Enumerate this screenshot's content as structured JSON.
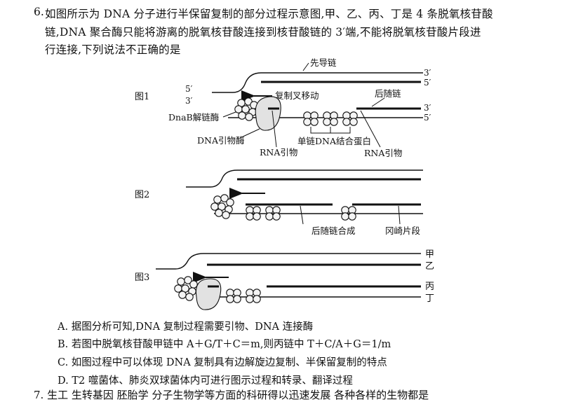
{
  "question": {
    "number": "6.",
    "lines": [
      "如图所示为 DNA 分子进行半保留复制的部分过程示意图,甲、乙、丙、丁是 4 条脱氧核苷酸",
      "链,DNA 聚合酶只能将游离的脱氧核苷酸连接到核苷酸链的 3′端,不能将脱氧核苷酸片段进",
      "行连接,下列说法不正确的是"
    ]
  },
  "figure": {
    "fig1_label": "图1",
    "fig2_label": "图2",
    "fig3_label": "图3",
    "leading_strand": "先导链",
    "fork_movement": "复制叉移动",
    "lagging_strand": "后随链",
    "helicase": "DnaB解链酶",
    "primase": "DNA引物酶",
    "rna_primer": "RNA引物",
    "ssb": "单链DNA结合蛋白",
    "rna_primer_2": "RNA引物",
    "lagging_synthesis": "后随链合成",
    "okazaki": "冈崎片段",
    "end_3": "3′",
    "end_5": "5′",
    "strand_jia": "甲",
    "strand_yi": "乙",
    "strand_bing": "丙",
    "strand_ding": "丁"
  },
  "options": [
    "A. 据图分析可知,DNA 复制过程需要引物、DNA 连接酶",
    "B. 若图中脱氧核苷酸甲链中 A＋G/T＋C＝m,则丙链中 T＋C/A＋G＝1/m",
    "C. 如图过程中可以体现 DNA 复制具有边解旋边复制、半保留复制的特点",
    "D. T2 噬菌体、肺炎双球菌体内可进行图示过程和转录、翻译过程"
  ],
  "next_question_cut": "7. 生工 生转基因 胚胎学 分子生物学等方面的科研得以迅速发展 各种各样的生物都是"
}
